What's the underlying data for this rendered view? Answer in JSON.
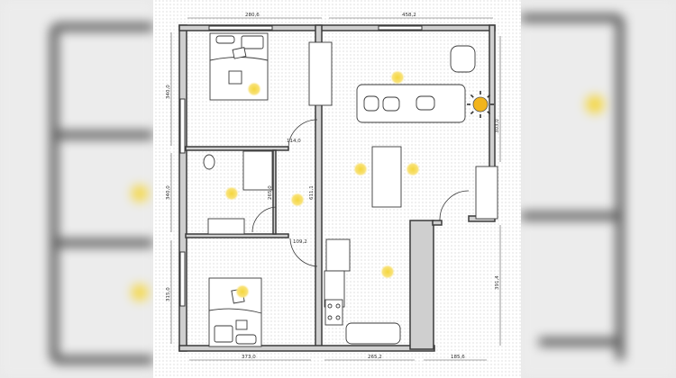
{
  "plan": {
    "dimensions": {
      "top_left": "280,6",
      "top_right": "458,2",
      "left_upper": "340,0",
      "door_upper": "114,0",
      "left_middle": "340,0",
      "bath_inner": "265,0",
      "corridor": "611,1",
      "door_lower": "109,2",
      "left_lower": "315,0",
      "bottom_left": "373,0",
      "bottom_middle": "265,2",
      "bottom_right": "185,6",
      "right_lower": "391,4",
      "right_upper": "303,0"
    },
    "colors": {
      "wall": "#3a3a3a",
      "wall_fill": "#cfcfcf",
      "light": "#f5d63a",
      "sun": "#f2b41c",
      "grid": "#c9c9c9"
    },
    "icons": [
      "ceiling-light-icon",
      "sun-icon",
      "bed-icon",
      "sofa-icon",
      "table-icon",
      "toilet-icon",
      "sink-icon",
      "stove-icon",
      "bathtub-icon",
      "wardrobe-icon",
      "armchair-icon"
    ]
  }
}
